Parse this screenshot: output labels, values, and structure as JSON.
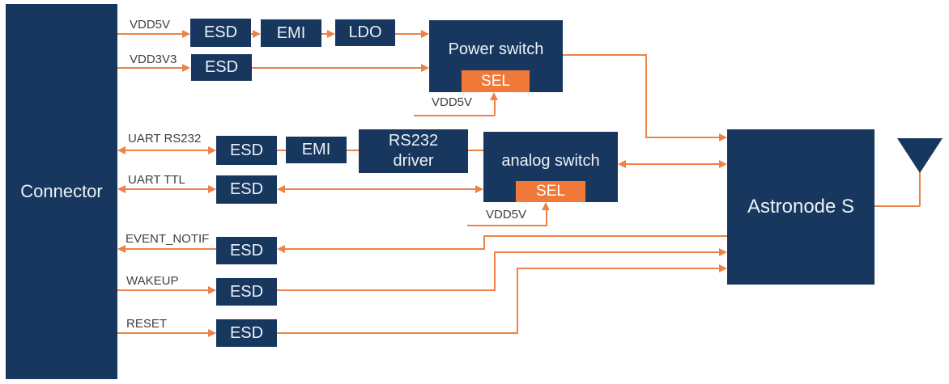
{
  "colors": {
    "navy": "#17375e",
    "orange_fill": "#f0793a",
    "wire_orange": "#ed8249",
    "label_text": "#3f3f3f",
    "box_text": "#edf1f7",
    "background": "#ffffff"
  },
  "blocks": {
    "connector": "Connector",
    "esd": "ESD",
    "emi": "EMI",
    "ldo": "LDO",
    "power_switch": "Power switch",
    "sel": "SEL",
    "rs232_driver_line1": "RS232",
    "rs232_driver_line2": "driver",
    "analog_switch": "analog switch",
    "astronode": "Astronode S"
  },
  "signal_labels": {
    "vdd5v": "VDD5V",
    "vdd3v3": "VDD3V3",
    "uart_rs232": "UART RS232",
    "uart_ttl": "UART TTL",
    "event_notif": "EVENT_NOTIF",
    "wakeup": "WAKEUP",
    "reset": "RESET",
    "power_sel_supply": "VDD5V",
    "analog_sel_supply": "VDD5V"
  }
}
